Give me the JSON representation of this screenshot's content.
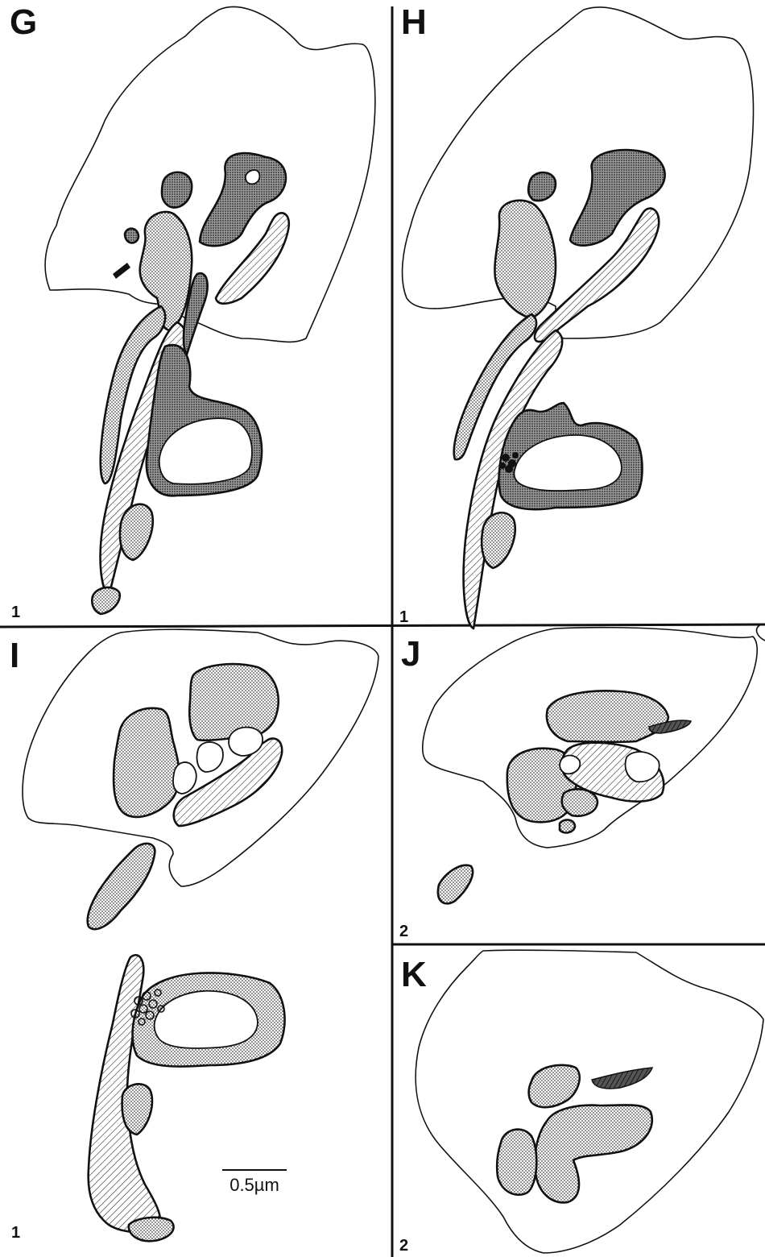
{
  "panels": [
    {
      "letter": "G",
      "series": "1"
    },
    {
      "letter": "H",
      "series": "1"
    },
    {
      "letter": "I",
      "series": "1"
    },
    {
      "letter": "J",
      "series": "2"
    },
    {
      "letter": "K",
      "series": "2"
    }
  ],
  "scale_bar": {
    "label": "0.5µm"
  },
  "colors": {
    "line": "#111111",
    "background": "#ffffff",
    "dark_stipple": "#6b6b6b",
    "light_stipple": "#b5b5b5"
  }
}
